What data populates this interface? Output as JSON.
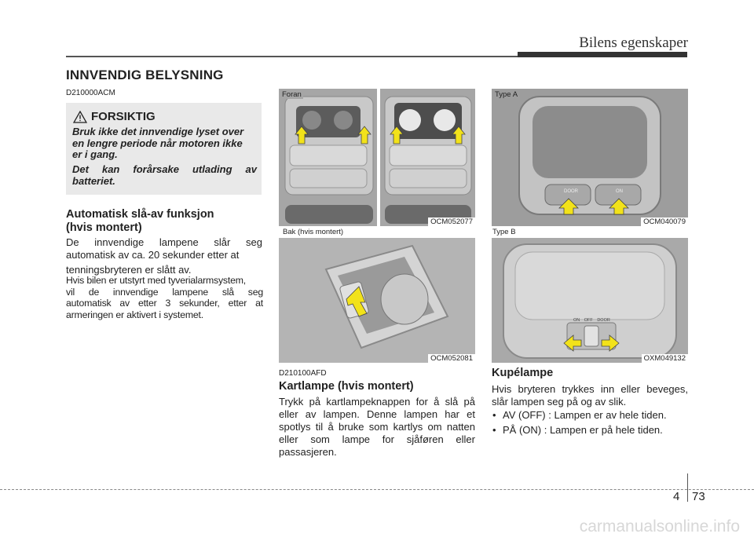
{
  "header": {
    "title": "Bilens egenskaper"
  },
  "section": {
    "title": "INNVENDIG BELYSNING",
    "code": "D210000ACM"
  },
  "warning": {
    "title": "FORSIKTIG",
    "lines1": [
      "Bruk ikke det innvendige lyset over",
      "en lengre periode når motoren ikke",
      "er i gang."
    ],
    "lines2": [
      "Det kan forårsake utlading av",
      "batteriet."
    ]
  },
  "auto_off": {
    "heading": [
      "Automatisk slå-av funksjon",
      "(hvis montert)"
    ],
    "para1": [
      "De innvendige lampene slår seg",
      "automatisk av ca. 20 sekunder etter at",
      "tenningsbryteren er slått av."
    ],
    "para2": [
      "Hvis bilen er utstyrt med tyverialarmsystem,",
      "vil de innvendige lampene slå seg",
      "automatisk av etter 3 sekunder, etter at",
      "armeringen er aktivert i systemet."
    ]
  },
  "figures": {
    "front_label": "Foran",
    "front_code": "OCM052077",
    "rear_label": "Bak (hvis montert)",
    "rear_code": "OCM052081",
    "type_a_label": "Type A",
    "type_a_code": "OCM040079",
    "type_a_buttons": [
      "DOOR",
      "ON"
    ],
    "type_b_label": "Type B",
    "type_b_code": "OXM049132",
    "type_b_switch": [
      "ON",
      "OFF",
      "DOOR"
    ]
  },
  "map_lamp": {
    "code": "D210100AFD",
    "heading": "Kartlampe (hvis montert)",
    "lines": [
      "Trykk på kartlampeknappen for å slå på",
      "eller av lampen. Denne lampen har et",
      "spotlys til å bruke som kartlys om natten",
      "eller som lampe for sjåføren eller",
      "passasjeren."
    ]
  },
  "dome_lamp": {
    "heading": "Kupélampe",
    "lines": [
      "Hvis bryteren trykkes inn eller beveges,",
      "slår lampen seg på og av slik."
    ],
    "bullets": [
      "AV (OFF) : Lampen er av hele tiden.",
      "PÅ (ON) : Lampen er på hele tiden."
    ]
  },
  "page": {
    "chapter": "4",
    "number": "73"
  },
  "watermark": "carmanualsonline.info",
  "colors": {
    "arrow": "#f2e21a",
    "warning_bg": "#e9e9e9",
    "photo_gray": "#9a9a9a"
  }
}
